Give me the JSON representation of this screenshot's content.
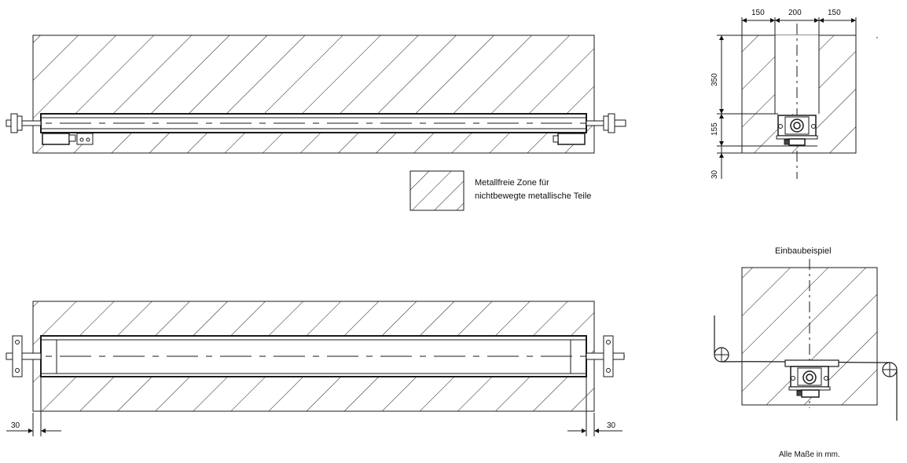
{
  "legend": {
    "line1": "Metallfreie Zone für",
    "line2": "nichtbewegte metallische Teile"
  },
  "top_view": {
    "dim_left_width": "150",
    "dim_center_width": "200",
    "dim_right_width": "150",
    "dim_height_upper": "350",
    "dim_height_middle": "155",
    "dim_height_lower": "30"
  },
  "front_view": {
    "dim_left_offset": "30",
    "dim_right_offset": "30"
  },
  "installation_example": {
    "title": "Einbaubeispiel"
  },
  "footer": {
    "note": "Alle Maße in mm."
  },
  "colors": {
    "line": "#1a1a1a"
  }
}
